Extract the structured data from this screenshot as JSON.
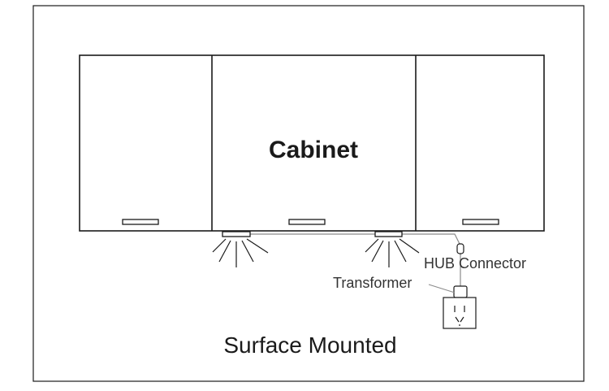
{
  "diagram": {
    "title": "Cabinet",
    "caption": "Surface Mounted",
    "labels": {
      "hub": "HUB Connector",
      "transformer": "Transformer"
    },
    "colors": {
      "stroke": "#1a1a1a",
      "text": "#1a1a1a",
      "label_text": "#333333",
      "wire": "#8a8a8a",
      "background": "#ffffff"
    },
    "components": {
      "cabinet_doors": 3,
      "led_lights": 2,
      "power_outlets": 1
    }
  }
}
